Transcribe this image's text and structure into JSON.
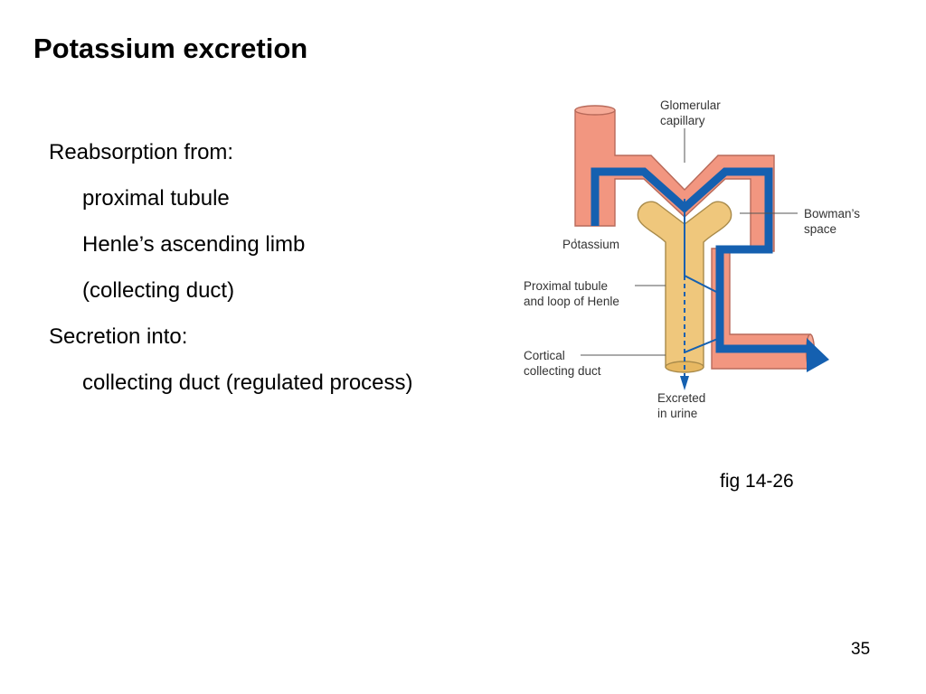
{
  "slide": {
    "title": "Potassium excretion",
    "bullets": [
      {
        "text": "Reabsorption from:"
      },
      {
        "text": "proximal tubule"
      },
      {
        "text": "Henle’s ascending limb"
      },
      {
        "text": "(collecting duct)"
      },
      {
        "text": "Secretion into:"
      },
      {
        "text": "collecting duct (regulated process)"
      }
    ],
    "figure_caption": "fig 14-26",
    "page_number": "35"
  },
  "figure": {
    "labels": {
      "glomerular_capillary": [
        "Glomerular",
        "capillary"
      ],
      "bowmans_space": [
        "Bowman’s",
        "space"
      ],
      "potassium": "Potassium",
      "proximal_tubule": [
        "Proximal tubule",
        "and loop of Henle"
      ],
      "cortical_duct": [
        "Cortical",
        "collecting duct"
      ],
      "excreted": [
        "Excreted",
        "in urine"
      ]
    },
    "colors": {
      "vessel": "#f29680",
      "vessel_edge": "#b86a5a",
      "tubule": "#efc77c",
      "tubule_edge": "#a88a4a",
      "potassium_flow": "#1560b0"
    }
  }
}
